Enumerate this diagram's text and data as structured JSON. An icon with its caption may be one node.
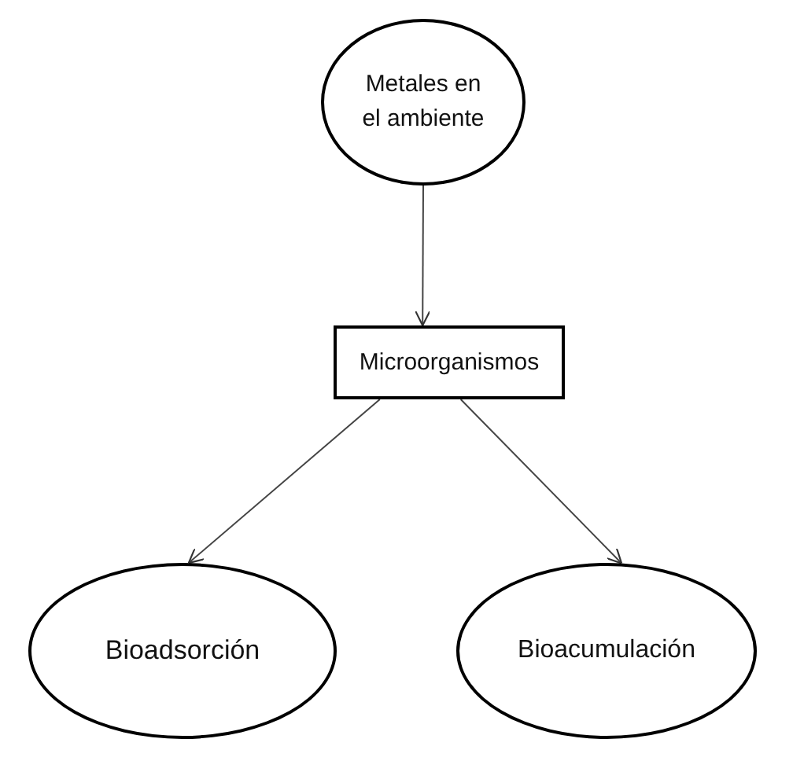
{
  "diagram": {
    "nodes": [
      {
        "text": [
          "Metales en el ambiente"
        ]
      },
      {
        "text": [
          "Microorganismos"
        ]
      },
      {
        "text": [
          "Bioadsorción"
        ]
      },
      {
        "text": [
          "Bioacumulación"
        ]
      }
    ],
    "edges": [
      {
        "from": 0,
        "to": 1,
        "arrow": "to"
      },
      {
        "from": 1,
        "to": 2,
        "arrow": "to"
      },
      {
        "from": 1,
        "to": 3,
        "arrow": "to"
      }
    ]
  }
}
